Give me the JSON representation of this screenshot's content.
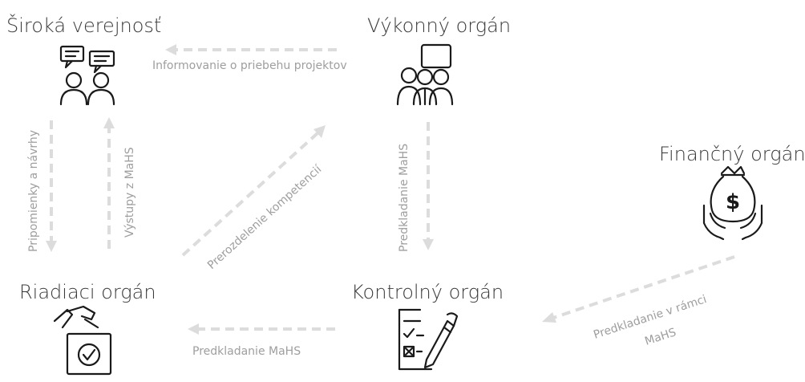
{
  "nodes": {
    "public": {
      "title": "Široká verejnosť",
      "icon": "people-speech-bubbles-icon"
    },
    "executive": {
      "title": "Výkonný orgán",
      "icon": "group-meeting-icon"
    },
    "financial": {
      "title": "Finančný orgán",
      "icon": "money-bag-hands-icon"
    },
    "managing": {
      "title": "Riadiaci orgán",
      "icon": "hand-voting-box-icon"
    },
    "control": {
      "title": "Kontrolný orgán",
      "icon": "checklist-pen-icon"
    }
  },
  "flows": {
    "informing": "Informovanie o priebehu projektov",
    "comments": "Pripomienky a návrhy",
    "outputs": "Výstupy z MaHS",
    "redistribution": "Prerozdelenie kompetencií",
    "submitting_vertical": "Predkladanie MaHS",
    "submitting_horizontal": "Predkladanie MaHS",
    "submitting_framework_line1": "Predkladanie v rámci",
    "submitting_framework_line2": "MaHS"
  },
  "colors": {
    "title_text": "#3a3a3a",
    "label_text": "#9e9e9e",
    "arrow": "#dcdcdc",
    "icon": "#1a1a1a"
  }
}
